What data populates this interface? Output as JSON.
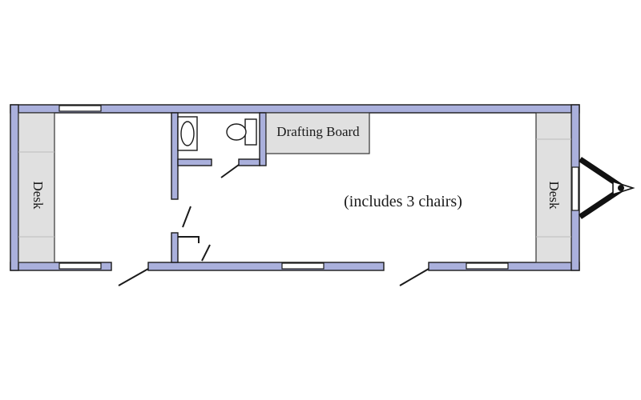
{
  "labels": {
    "desk_left": "Desk",
    "desk_right": "Desk",
    "drafting_board": "Drafting Board",
    "chairs_note": "(includes 3 chairs)"
  },
  "colors": {
    "wall_fill": "#aab0dc",
    "furniture_fill": "#e0e0e0",
    "outline": "#1a1a1a"
  }
}
